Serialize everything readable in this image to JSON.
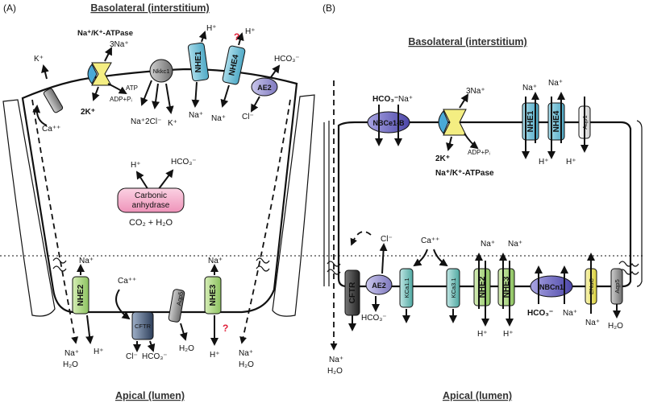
{
  "panels": {
    "a": {
      "tag": "(A)",
      "basolateral_title": "Basolateral (interstitium)",
      "apical_title": "Apical (lumen)",
      "pump": {
        "name": "Na⁺/K⁺-ATPase",
        "in": "3Na⁺",
        "out": "2K⁺",
        "atp": "ATP",
        "adp": "ADP+Pᵢ"
      },
      "k_channel": {
        "ion": "K⁺",
        "regulator": "Ca⁺⁺"
      },
      "nkkc": {
        "name": "Nkkc1",
        "na2cl": "Na⁺2Cl⁻",
        "k": "K⁺"
      },
      "nhe1": {
        "name": "NHE1",
        "h": "H⁺",
        "na": "Na⁺"
      },
      "nhe4": {
        "name": "NHE4",
        "h": "H⁺",
        "na": "Na⁺",
        "unknown": "?"
      },
      "ae2": {
        "name": "AE2",
        "hco3": "HCO₃⁻",
        "cl": "Cl⁻"
      },
      "carbonic": {
        "name_line1": "Carbonic",
        "name_line2": "anhydrase",
        "h": "H⁺",
        "hco3": "HCO₃⁻",
        "substrate": "CO₂ + H₂O"
      },
      "apical_nhe2": {
        "name": "NHE2",
        "na": "Na⁺",
        "h": "H⁺"
      },
      "cftr": {
        "name": "CFTR",
        "regulator": "Ca⁺⁺",
        "cl": "Cl⁻",
        "hco3": "HCO₃⁻"
      },
      "aqp5": {
        "name": "Aqp5",
        "h2o": "H₂O"
      },
      "apical_nhe3": {
        "name": "NHE3",
        "na": "Na⁺",
        "h": "H⁺",
        "unknown": "?"
      },
      "paracellular_left": {
        "na": "Na⁺",
        "h2o": "H₂O"
      },
      "paracellular_right": {
        "na": "Na⁺",
        "h2o": "H₂O"
      }
    },
    "b": {
      "tag": "(B)",
      "basolateral_title": "Basolateral (interstitium)",
      "apical_title": "Apical (lumen)",
      "nbce1b": {
        "name": "NBCe1-B",
        "hco3": "HCO₃⁻",
        "na": "Na⁺"
      },
      "pump": {
        "name": "Na⁺/K⁺-ATPase",
        "in": "3Na⁺",
        "out": "2K⁺",
        "adp": "ADP+Pᵢ"
      },
      "nhe1": {
        "name": "NHE1",
        "na": "Na⁺",
        "h": "H⁺"
      },
      "nhe4": {
        "name": "NHE4",
        "na": "Na⁺",
        "h": "H⁺"
      },
      "aqp1": {
        "name": "Aqp1"
      },
      "cftr": {
        "name": "CFTR"
      },
      "ae2": {
        "name": "AE2",
        "cl": "Cl⁻",
        "hco3": "HCO₃⁻"
      },
      "kca11": {
        "name": "KCa1.1"
      },
      "kca31": {
        "name": "KCa3.1",
        "regulator": "Ca⁺⁺"
      },
      "nhe2": {
        "name": "NHE2",
        "na": "Na⁺",
        "h": "H⁺"
      },
      "nhe3": {
        "name": "NHE3",
        "na": "Na⁺",
        "h": "H⁺"
      },
      "nbcn1": {
        "name": "NBCn1",
        "hco3": "HCO₃⁻",
        "na": "Na⁺"
      },
      "enac": {
        "name": "ENaC",
        "na": "Na⁺"
      },
      "aqp5": {
        "name": "Aqp5",
        "h2o": "H₂O"
      },
      "paracellular": {
        "na": "Na⁺",
        "h2o": "H₂O"
      }
    }
  },
  "colors": {
    "nhe": "#7cc4d8",
    "nhe_apical": "#b5d98a",
    "ae2": "#9c97cf",
    "nbc": "#7b77c6",
    "pump_yellow": "#f4ee82",
    "pump_blue": "#4aa9d6",
    "carbonic": "#f2a8c6",
    "enac": "#f2ec7a",
    "kca": "#7ec9c5",
    "cftr_dark": "#333333",
    "question": "#e0203a"
  }
}
